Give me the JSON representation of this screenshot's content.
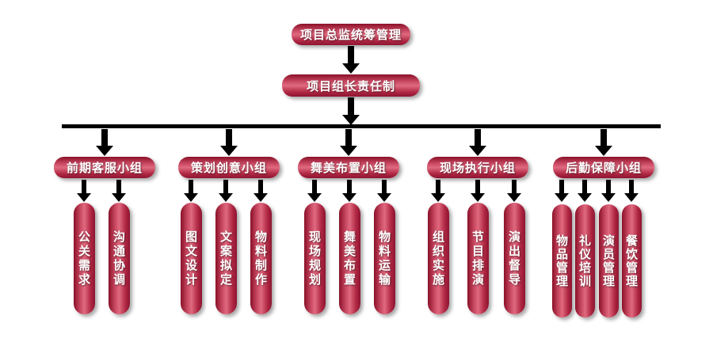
{
  "root": "项目总监统筹管理",
  "leader": "项目组长责任制",
  "colors": {
    "node_red_dark": "#8a1028",
    "node_red_light": "#e06a7f",
    "arrow": "#000000",
    "background": "#ffffff"
  },
  "groups": [
    {
      "label": "前期客服小组",
      "items": [
        "公关需求",
        "沟通协调"
      ]
    },
    {
      "label": "策划创意小组",
      "items": [
        "图文设计",
        "文案拟定",
        "物料制作"
      ]
    },
    {
      "label": "舞美布置小组",
      "items": [
        "现场规划",
        "舞美布置",
        "物料运输"
      ]
    },
    {
      "label": "现场执行小组",
      "items": [
        "组织实施",
        "节目排演",
        "演出督导"
      ]
    },
    {
      "label": "后勤保障小组",
      "items": [
        "物品管理",
        "礼仪培训",
        "演员管理",
        "餐饮管理"
      ]
    }
  ]
}
